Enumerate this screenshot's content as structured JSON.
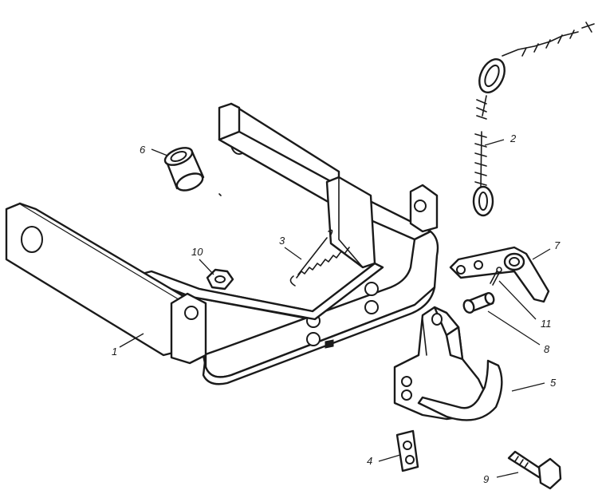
{
  "diagram": {
    "parts": [
      {
        "id": "frame",
        "label": "1"
      },
      {
        "id": "chain",
        "label": "2"
      },
      {
        "id": "spring",
        "label": "3"
      },
      {
        "id": "plate",
        "label": "4"
      },
      {
        "id": "hook",
        "label": "5"
      },
      {
        "id": "bushing",
        "label": "6"
      },
      {
        "id": "latch",
        "label": "7"
      },
      {
        "id": "pin",
        "label": "8"
      },
      {
        "id": "bolt",
        "label": "9"
      },
      {
        "id": "nut",
        "label": "10"
      },
      {
        "id": "cotter-pin",
        "label": "11"
      }
    ],
    "colors": {
      "line": "#1a1a1a",
      "background": "#ffffff"
    }
  }
}
